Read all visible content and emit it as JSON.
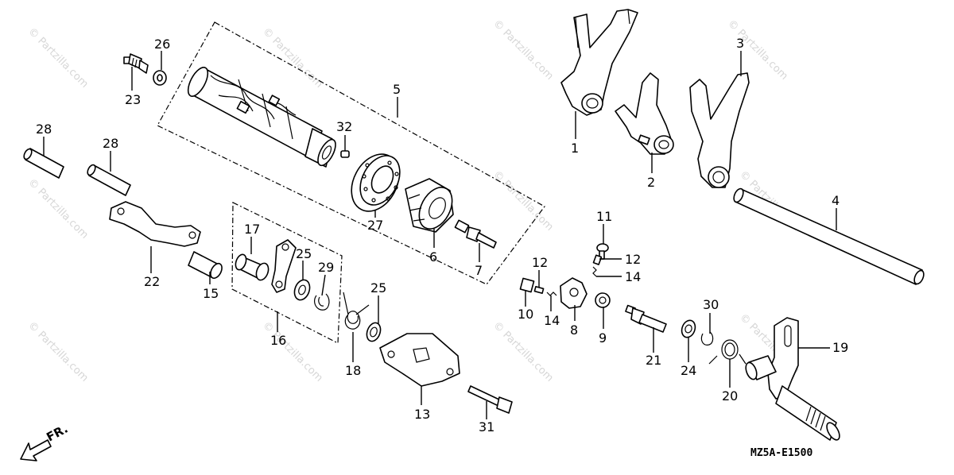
{
  "watermark": "© Partzilla.com",
  "diagram_code": "MZ5A-E1500",
  "front_arrow_label": "FR.",
  "callouts": {
    "c1": "1",
    "c2": "2",
    "c3": "3",
    "c4": "4",
    "c5": "5",
    "c6": "6",
    "c7": "7",
    "c8": "8",
    "c9": "9",
    "c10": "10",
    "c11": "11",
    "c12a": "12",
    "c12b": "12",
    "c13": "13",
    "c14a": "14",
    "c14b": "14",
    "c15": "15",
    "c16": "16",
    "c17": "17",
    "c18": "18",
    "c19": "19",
    "c20": "20",
    "c21": "21",
    "c22": "22",
    "c23": "23",
    "c24": "24",
    "c25a": "25",
    "c25b": "25",
    "c26": "26",
    "c27": "27",
    "c28a": "28",
    "c28b": "28",
    "c29": "29",
    "c30": "30",
    "c31": "31",
    "c32": "32"
  }
}
